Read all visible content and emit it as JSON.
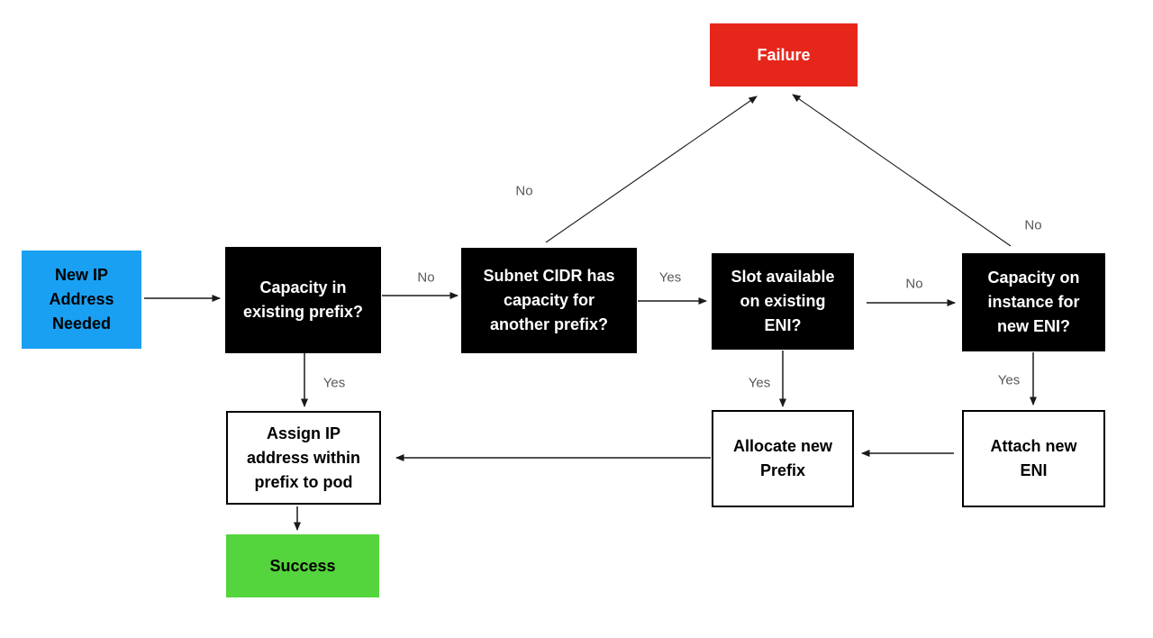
{
  "diagram": {
    "type": "flowchart",
    "topic": "New IP address allocation decision flow",
    "colors": {
      "start_bg": "#1AA0F2",
      "decision_bg": "#000000",
      "failure_bg": "#E7261B",
      "success_bg": "#54D43D",
      "process_bg": "#ffffff",
      "edge_label_text": "#595959",
      "arrow": "#1a1a1a"
    },
    "nodes": {
      "start": {
        "label": "New IP\nAddress\nNeeded",
        "bg": "#1AA0F2"
      },
      "cap": {
        "label": "Capacity in\nexisting prefix?",
        "bg": "#000000"
      },
      "subnet": {
        "label": "Subnet CIDR has\ncapacity for\nanother prefix?",
        "bg": "#000000"
      },
      "slot": {
        "label": "Slot available\non existing\nENI?",
        "bg": "#000000"
      },
      "capnew": {
        "label": "Capacity on\ninstance for\nnew ENI?",
        "bg": "#000000"
      },
      "failure": {
        "label": "Failure",
        "bg": "#E7261B"
      },
      "assign": {
        "label": "Assign IP\naddress within\nprefix to pod",
        "bg": "#ffffff"
      },
      "alloc": {
        "label": "Allocate new\nPrefix",
        "bg": "#ffffff"
      },
      "attach": {
        "label": "Attach new\nENI",
        "bg": "#ffffff"
      },
      "success": {
        "label": "Success",
        "bg": "#54D43D"
      }
    },
    "edge_labels": {
      "cap_to_subnet": "No",
      "subnet_to_slot": "Yes",
      "slot_to_capnew": "No",
      "subnet_to_failure": "No",
      "capnew_to_failure": "No",
      "cap_to_assign": "Yes",
      "slot_to_alloc": "Yes",
      "capnew_to_attach": "Yes"
    }
  }
}
